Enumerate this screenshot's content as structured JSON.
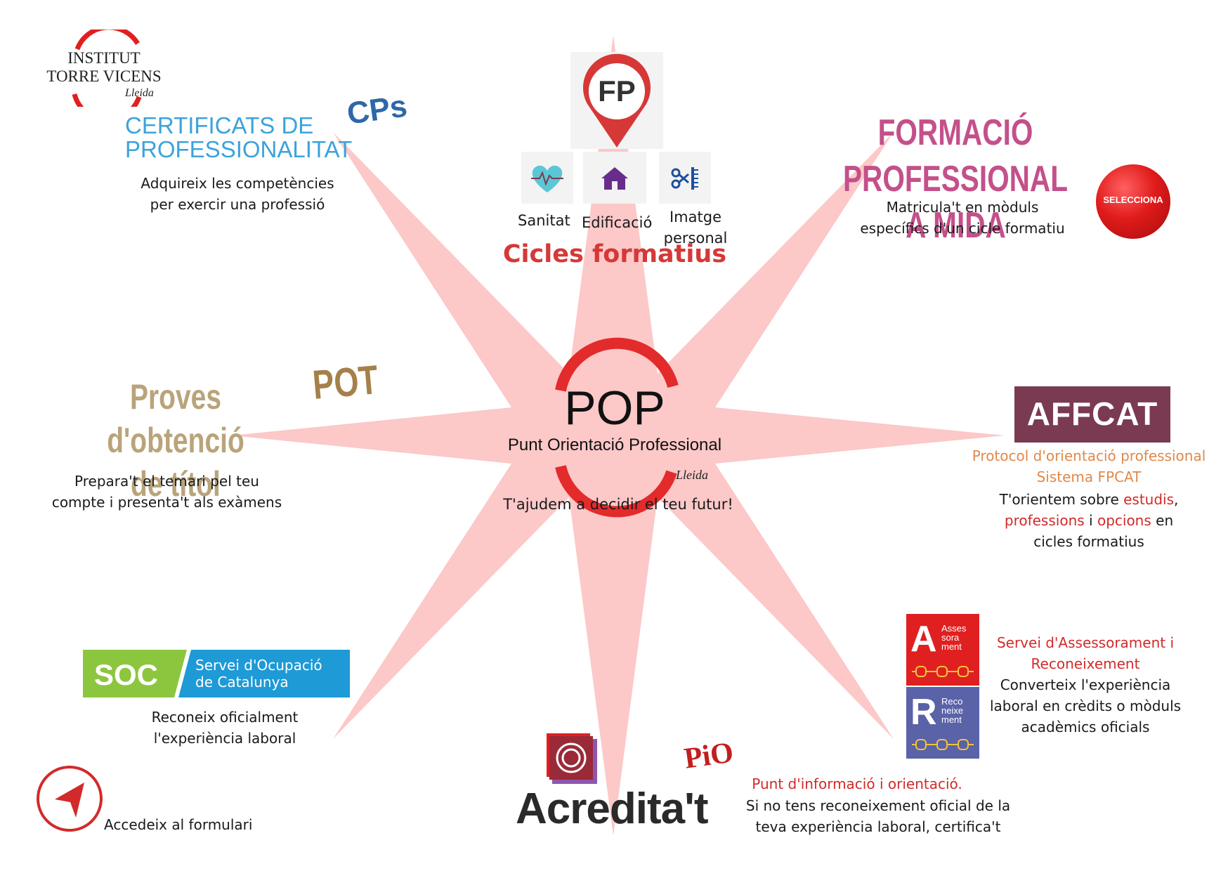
{
  "logo": {
    "line1": "INSTITUT",
    "line2": "TORRE VICENS",
    "line3": "Lleida"
  },
  "center": {
    "acronym": "POP",
    "name": "Punt Orientació Professional",
    "city": "Lleida",
    "tagline": "T'ajudem a decidir el teu futur!",
    "colors": {
      "star": "#fcc8c8",
      "ring": "#e32b2b"
    }
  },
  "cps": {
    "badge": "CPs",
    "title_line1": "CERTIFICATS DE",
    "title_line2": "PROFESSIONALITAT",
    "desc_line1": "Adquireix les competències",
    "desc_line2": "per exercir una professió",
    "colors": {
      "title": "#3ba3dc",
      "badge": "#2f68a8"
    }
  },
  "fp": {
    "pin_text": "FP",
    "items": [
      {
        "label": "Sanitat",
        "icon": "heart-pulse-icon"
      },
      {
        "label": "Edificació",
        "icon": "house-icon"
      },
      {
        "label_line1": "Imatge",
        "label_line2": "personal",
        "icon": "scissors-comb-icon"
      }
    ],
    "title": "Cicles formatius",
    "colors": {
      "title": "#d63838"
    }
  },
  "mida": {
    "title_line1": "FORMACIÓ PROFESSIONAL",
    "title_line2": "A MIDA",
    "desc_line1": "Matricula't en mòduls",
    "desc_line2": "específics d'un cicle formatiu",
    "button": "SELECCIONA",
    "colors": {
      "title": "#c4508a",
      "button": "#e01b1b"
    }
  },
  "pot": {
    "badge": "POT",
    "title_line1": "Proves d'obtenció",
    "title_line2": "de títol",
    "desc_line1": "Prepara't el temari pel teu",
    "desc_line2": "compte i presenta't als exàmens",
    "colors": {
      "title": "#b9a47a",
      "badge": "#a5804a"
    }
  },
  "affcat": {
    "logo": "AFFCAT",
    "subtitle_line1": "Protocol d'orientació professional",
    "subtitle_line2": "Sistema FPCAT",
    "desc": {
      "l1a": "T'orientem sobre ",
      "l1b": "estudis",
      "l1c": ",",
      "l2a": "professions",
      "l2b": " i ",
      "l2c": "opcions",
      "l2d": " en",
      "l3": "cicles formatius"
    },
    "colors": {
      "logo_bg": "#7a3a52",
      "subtitle": "#e0884a",
      "highlight": "#d22a2a"
    }
  },
  "soc": {
    "short": "SOC",
    "name_line1": "Servei d'Ocupació",
    "name_line2": "de Catalunya",
    "desc_line1": "Reconeix oficialment",
    "desc_line2": "l'experiència laboral",
    "colors": {
      "left": "#8cc63f",
      "right": "#1e9ad6"
    }
  },
  "assess": {
    "a_letter": "A",
    "a_text_1": "Asses",
    "a_text_2": "sora",
    "a_text_3": "ment",
    "r_letter": "R",
    "r_text_1": "Reco",
    "r_text_2": "neixe",
    "r_text_3": "ment",
    "title_line1": "Servei d'Assessorament i",
    "title_line2": "Reconeixement",
    "desc_line1": "Converteix l'experiència",
    "desc_line2": "laboral en crèdits o mòduls",
    "desc_line3": "acadèmics oficials",
    "colors": {
      "a_bg": "#e02020",
      "r_bg": "#5a62a8"
    }
  },
  "acredita": {
    "wordmark": "Acredita't",
    "pio": "PiO",
    "pio_title": "Punt d'informació i orientació.",
    "desc_line1": "Si no tens reconeixement oficial de la",
    "desc_line2": "teva experiència laboral, certifica't"
  },
  "form": {
    "label": "Accedeix al formulari"
  }
}
